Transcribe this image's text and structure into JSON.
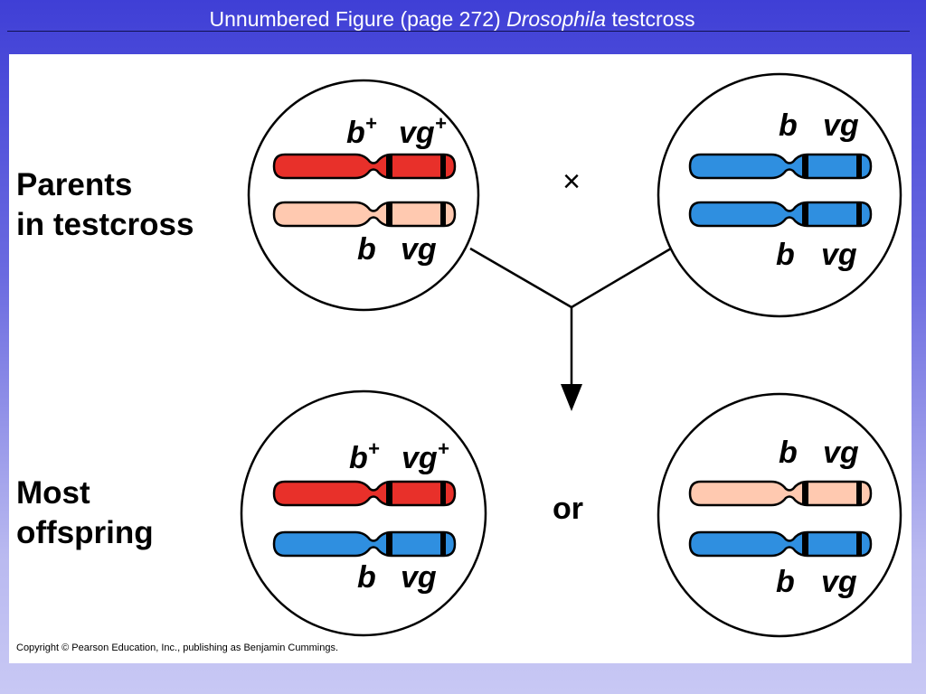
{
  "title": {
    "prefix": "Unnumbered Figure (page 272) ",
    "species": "Drosophila",
    "suffix": " testcross"
  },
  "labels": {
    "parents_line1": "Parents",
    "parents_line2": "in testcross",
    "offspring_line1": "Most",
    "offspring_line2": "offspring"
  },
  "cross_symbol": "×",
  "or_text": "or",
  "alleles": {
    "b_dominant": "b",
    "vg_dominant": "vg",
    "plus": "+",
    "b_recessive": "b",
    "vg_recessive": "vg"
  },
  "colors": {
    "red_chromosome": "#e8302a",
    "pale_chromosome": "#ffc9b0",
    "blue_chromosome": "#2f8fe0",
    "band": "#000000"
  },
  "copyright": "Copyright © Pearson Education, Inc., publishing as Benjamin Cummings."
}
